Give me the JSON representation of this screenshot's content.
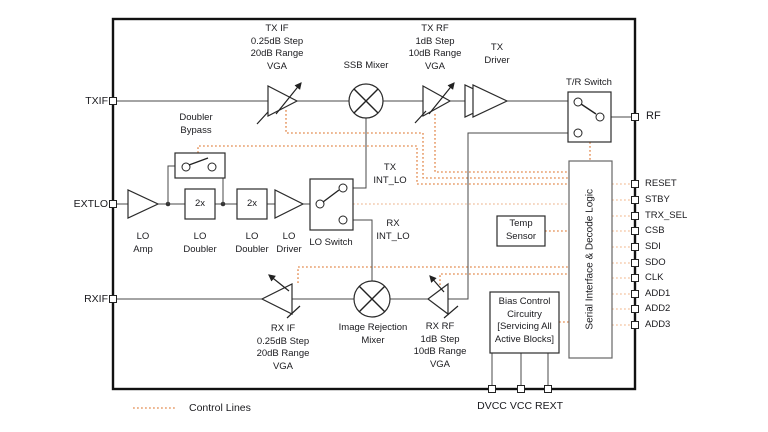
{
  "labels": {
    "tx_if_vga": "TX IF\n0.25dB Step\n20dB Range\nVGA",
    "ssb_mixer": "SSB Mixer",
    "tx_rf_vga": "TX RF\n1dB Step\n10dB Range\nVGA",
    "tx_driver": "TX\nDriver",
    "tr_switch": "T/R Switch",
    "doubler_bypass": "Doubler\nBypass",
    "lo_amp": "LO\nAmp",
    "doubler_1": "2x",
    "doubler_2": "2x",
    "lo_doubler_1": "LO\nDoubler",
    "lo_doubler_2": "LO\nDoubler",
    "lo_driver": "LO\nDriver",
    "lo_switch": "LO Switch",
    "tx_int_lo": "TX\nINT_LO",
    "rx_int_lo": "RX\nINT_LO",
    "image_rejection_mixer": "Image Rejection\nMixer",
    "rx_if_vga": "RX IF\n0.25dB Step\n20dB Range\nVGA",
    "rx_rf_vga": "RX RF\n1dB Step\n10dB Range\nVGA",
    "temp_sensor": "Temp\nSensor",
    "bias_control": "Bias Control\nCircuitry\n[Servicing All\nActive Blocks]",
    "serial_interface": "Serial Interface & Decode Logic"
  },
  "pins": {
    "left": [
      "TXIF",
      "EXTLO",
      "RXIF"
    ],
    "rf": "RF",
    "right": [
      "RESET",
      "STBY",
      "TRX_SEL",
      "CSB",
      "SDI",
      "SDO",
      "CLK",
      "ADD1",
      "ADD2",
      "ADD3"
    ],
    "bottom": [
      "DVCC",
      "VCC",
      "REXT"
    ]
  },
  "legend": {
    "control_lines": "Control Lines"
  },
  "colors": {
    "control_line": "#DD7127",
    "pin_link": "#F2B488",
    "wire": "#4a4a4a",
    "box": "#2b2b2b",
    "border": "#111111",
    "text": "#1a1a1e"
  }
}
